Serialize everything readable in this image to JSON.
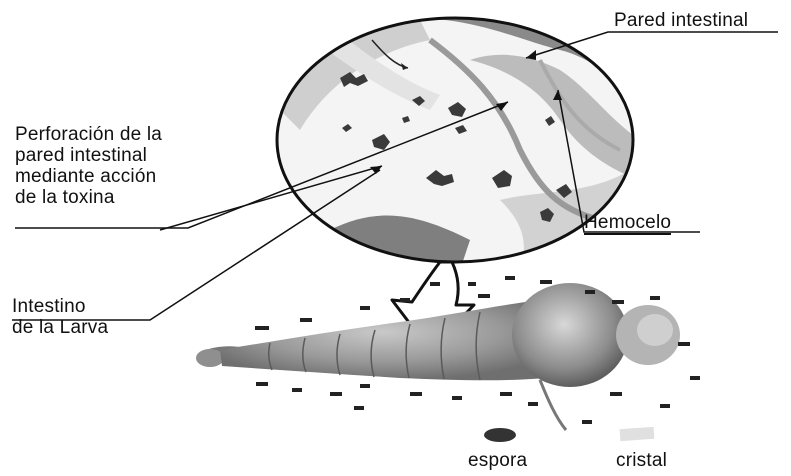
{
  "labels": {
    "pared_intestinal": "Pared intestinal",
    "perforacion": "Perforación de la\npared intestinal\nmediante acción\nde la toxina",
    "hemocelo": "Hemocelo",
    "intestino": "Intestino\nde la Larva",
    "espora": "espora",
    "cristal": "cristal"
  },
  "colors": {
    "ink": "#111111",
    "tissue_dark": "#7a7a7a",
    "tissue_light": "#d9d9d9",
    "larva_body": "#9c9c9c"
  }
}
